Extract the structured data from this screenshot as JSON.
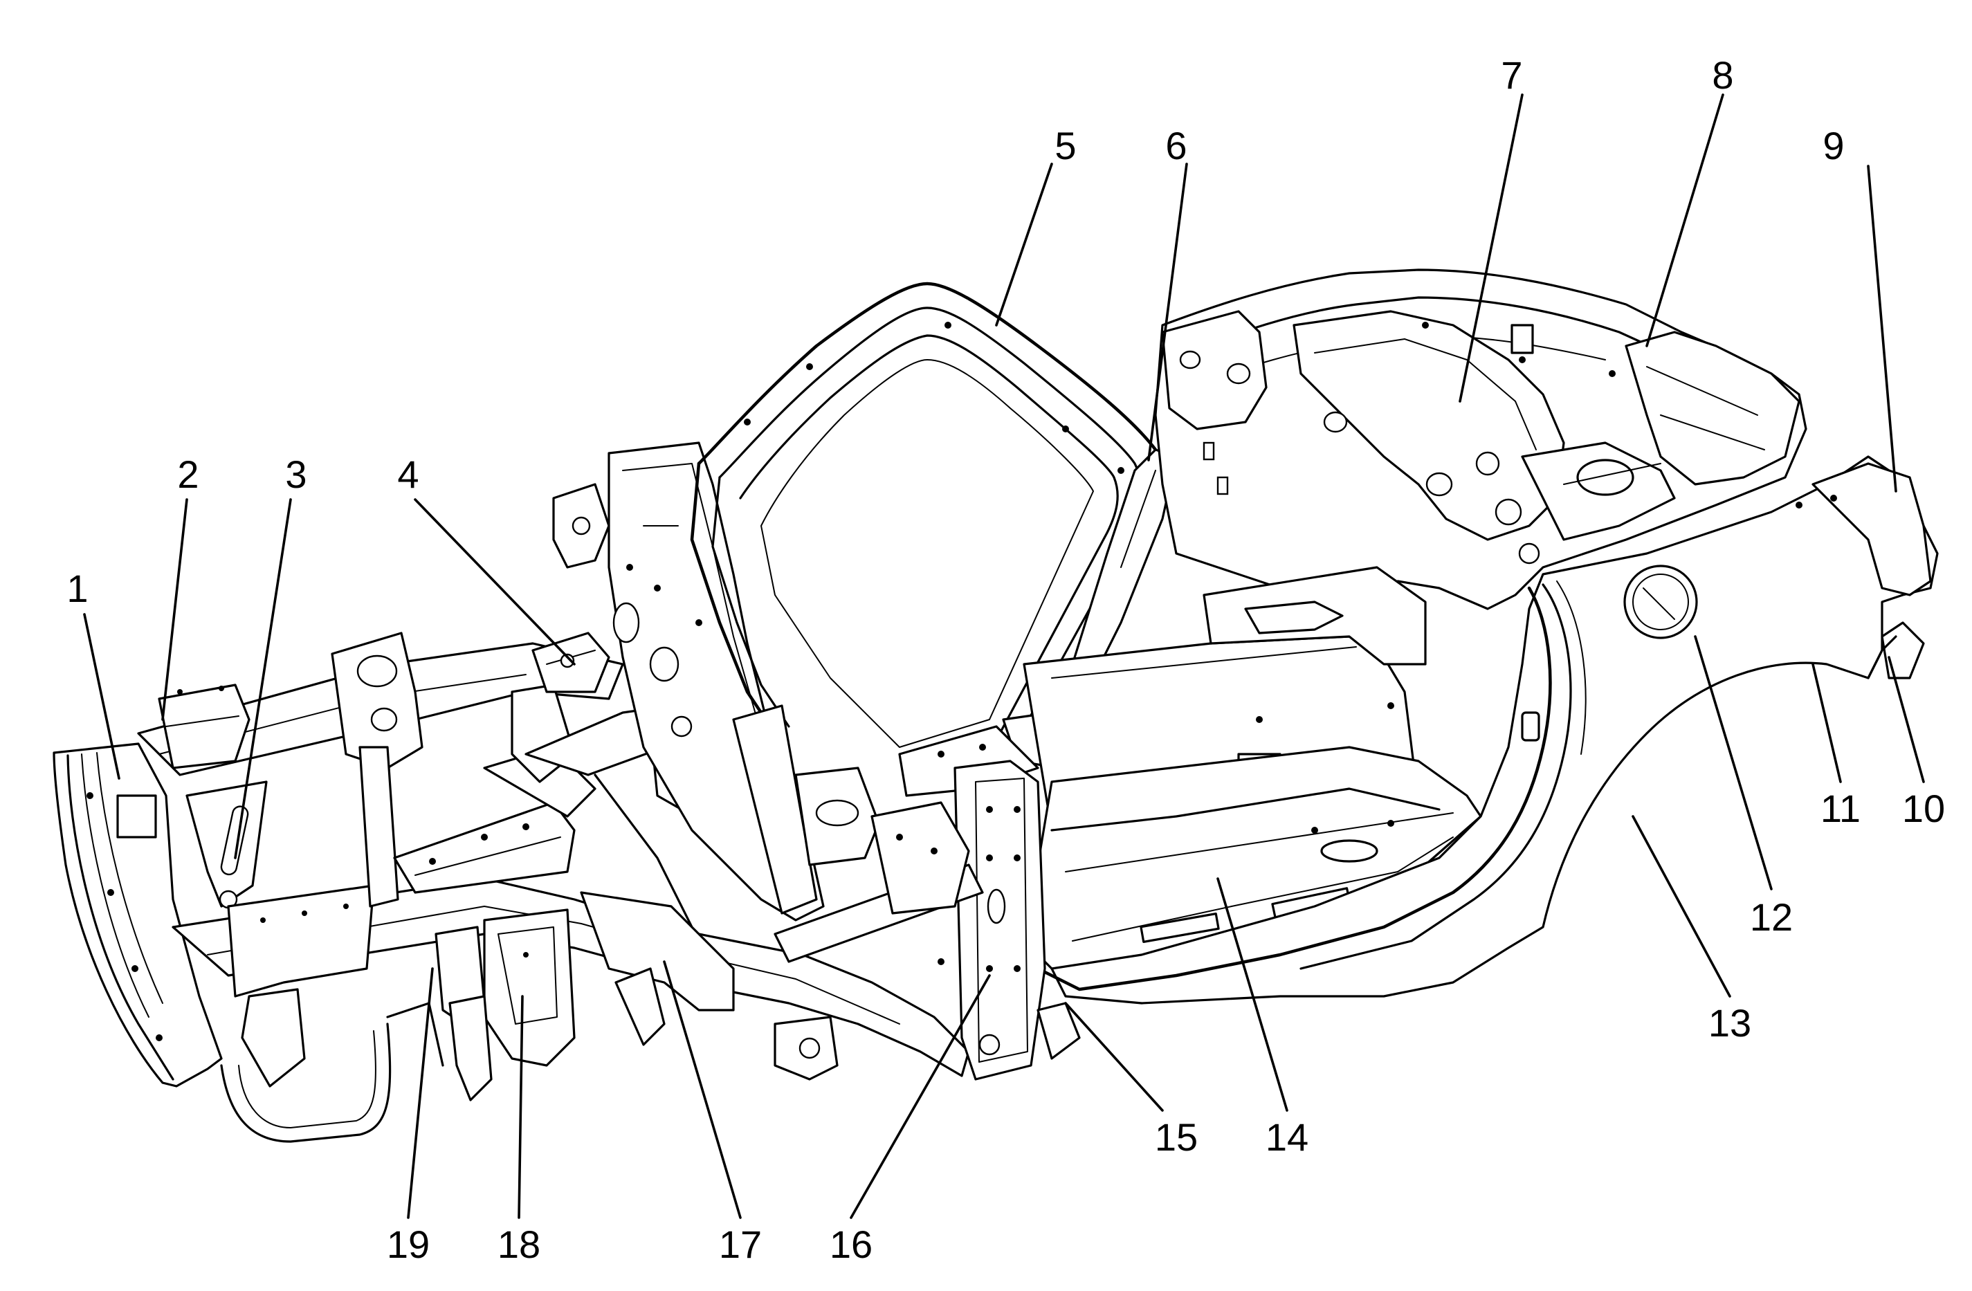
{
  "callouts": [
    {
      "id": 1,
      "label": "1"
    },
    {
      "id": 2,
      "label": "2"
    },
    {
      "id": 3,
      "label": "3"
    },
    {
      "id": 4,
      "label": "4"
    },
    {
      "id": 5,
      "label": "5"
    },
    {
      "id": 6,
      "label": "6"
    },
    {
      "id": 7,
      "label": "7"
    },
    {
      "id": 8,
      "label": "8"
    },
    {
      "id": 9,
      "label": "9"
    },
    {
      "id": 10,
      "label": "10"
    },
    {
      "id": 11,
      "label": "11"
    },
    {
      "id": 12,
      "label": "12"
    },
    {
      "id": 13,
      "label": "13"
    },
    {
      "id": 14,
      "label": "14"
    },
    {
      "id": 15,
      "label": "15"
    },
    {
      "id": 16,
      "label": "16"
    },
    {
      "id": 17,
      "label": "17"
    },
    {
      "id": 18,
      "label": "18"
    },
    {
      "id": 19,
      "label": "19"
    }
  ]
}
